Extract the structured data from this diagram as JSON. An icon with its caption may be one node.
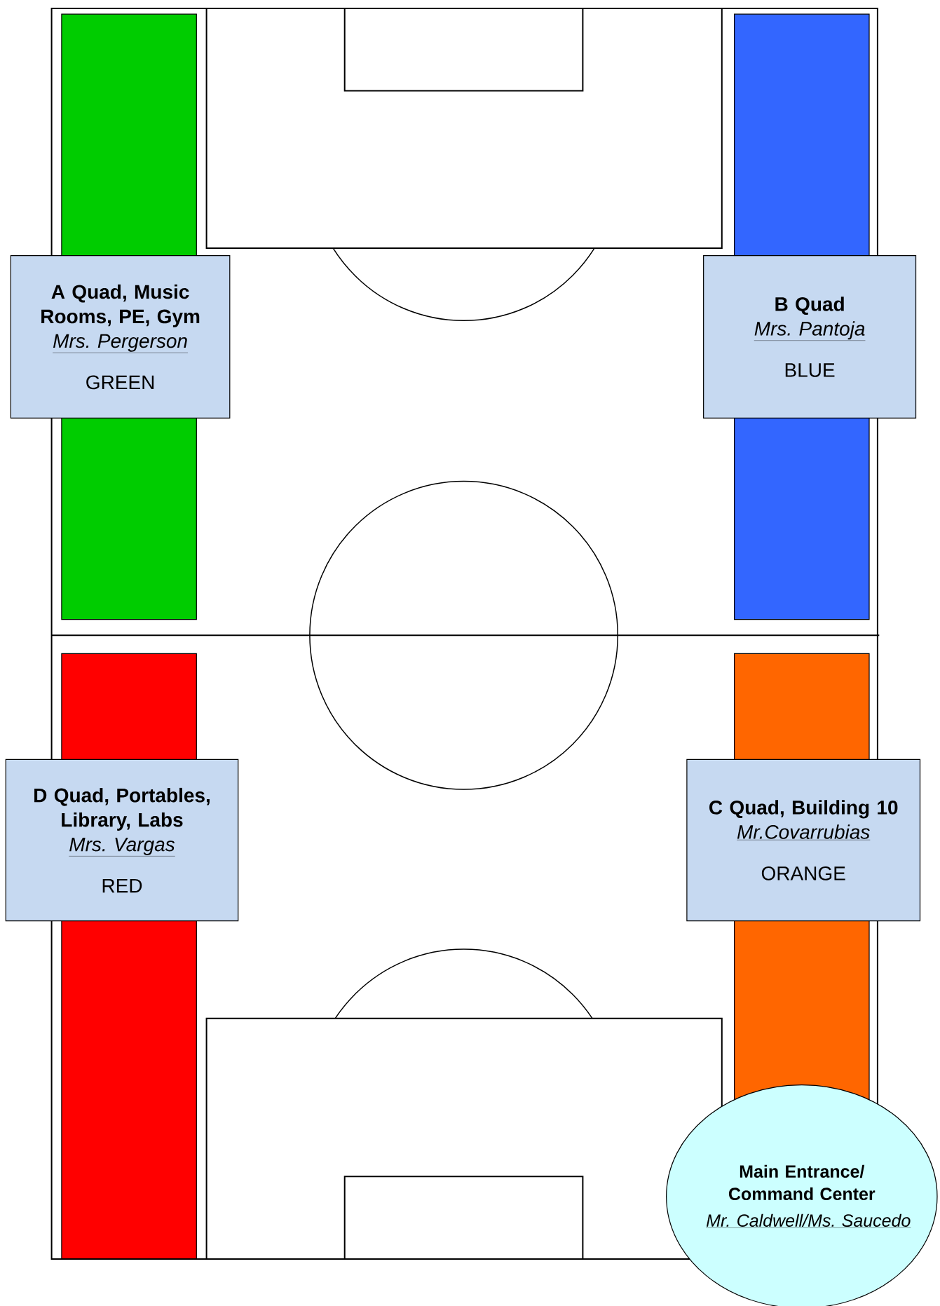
{
  "diagram": {
    "nodes": [
      {
        "text": [
          "A Quad, Music Rooms, PE, Gym",
          "Mrs. Pergerson",
          "GREEN"
        ]
      },
      {
        "text": [
          "B Quad",
          "Mrs. Pantoja",
          "BLUE"
        ]
      },
      {
        "text": [
          "D Quad, Portables, Library, Labs",
          "Mrs. Vargas",
          "RED"
        ]
      },
      {
        "text": [
          "C Quad, Building 10",
          "Mr.Covarrubias",
          "ORANGE"
        ]
      },
      {
        "text": [
          "Main Entrance/ Command Center",
          "Mr. Caldwell/Ms. Saucedo"
        ]
      }
    ]
  }
}
